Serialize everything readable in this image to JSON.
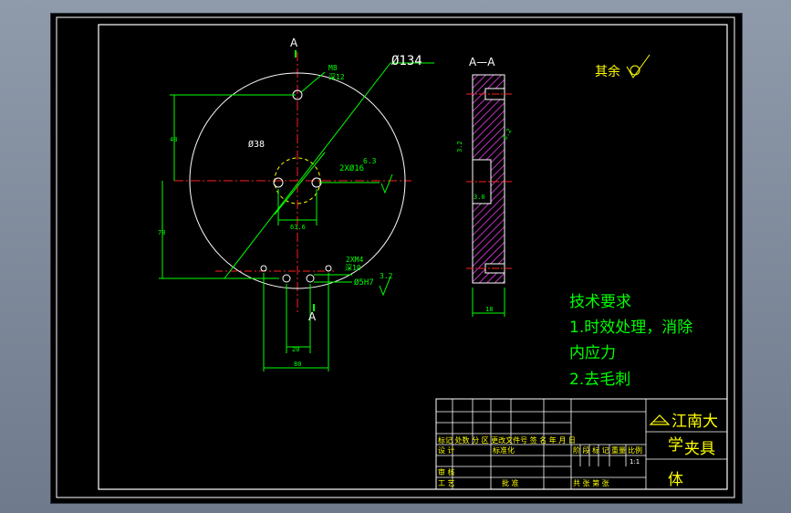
{
  "section_label": "A",
  "section_title": "A—A",
  "dimensions": {
    "diameter_outer": "Ø134",
    "diameter_hole": "Ø38",
    "holes_2x": "2XØ16",
    "tap_top": "M8",
    "tap_top_depth": "深12",
    "tap_bottom": "2XM4",
    "tap_bottom_depth": "深10",
    "pin_hole": "Ø5H7",
    "dim_small_h": "63.6",
    "dim_bottom_1": "20",
    "dim_bottom_2": "80",
    "dim_left_1": "48",
    "dim_left_2": "78",
    "section_width": "18"
  },
  "roughness": {
    "rest": "其余",
    "r1": "6.3",
    "r2": "3.2",
    "r3": "3.2",
    "r4": "3.2",
    "r5": "3.0"
  },
  "tech_requirements": {
    "heading": "技术要求",
    "line1": "1.时效处理，消除",
    "line2": "内应力",
    "line3": "2.去毛刺"
  },
  "title_block": {
    "company_line1": "江南大",
    "company_line2": "学",
    "part_name": "夹具",
    "part_name2": "体",
    "row_revision": "标记 处数  分 区  更改文件号  签 名  年 月 日",
    "design": "设 计",
    "standardize": "标准化",
    "audit": "审 核",
    "process": "工 艺",
    "approve": "批 准",
    "stage_mark": "阶 段 标 记",
    "weight": "重量",
    "scale": "比例",
    "scale_value": "1:1",
    "sheets": "共  张  第  张"
  },
  "colors": {
    "background": "#000000",
    "geometry": "#ffffff",
    "dimension": "#00ff00",
    "centerline": "#ff2020",
    "text": "#ffff00",
    "border": "#ffffff",
    "hatch": "#ff40ff"
  }
}
